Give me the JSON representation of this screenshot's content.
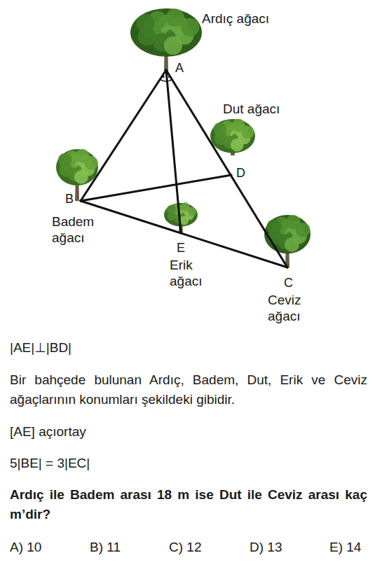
{
  "diagram": {
    "labels": [
      "Ardıç ağacı",
      "A",
      "Dut ağacı",
      "D",
      "B",
      "Badem ağacı",
      "E",
      "Erik ağacı",
      "C",
      "Ceviz ağacı",
      "|AE|⊥|BD|",
      "Bir bahçede bulunan Ardıç, Badem, Dut, Erik ve Ceviz ağaçlarının konumları şekildeki gibidir.",
      "[AE] açıortay",
      "5|BE| = 3|EC|",
      "Ardıç ile Badem arası 18 m ise Dut ile Ceviz arası kaç m’dir?",
      "A) 10",
      "B) 11",
      "C) 12",
      "D) 13",
      "E) 14"
    ]
  }
}
